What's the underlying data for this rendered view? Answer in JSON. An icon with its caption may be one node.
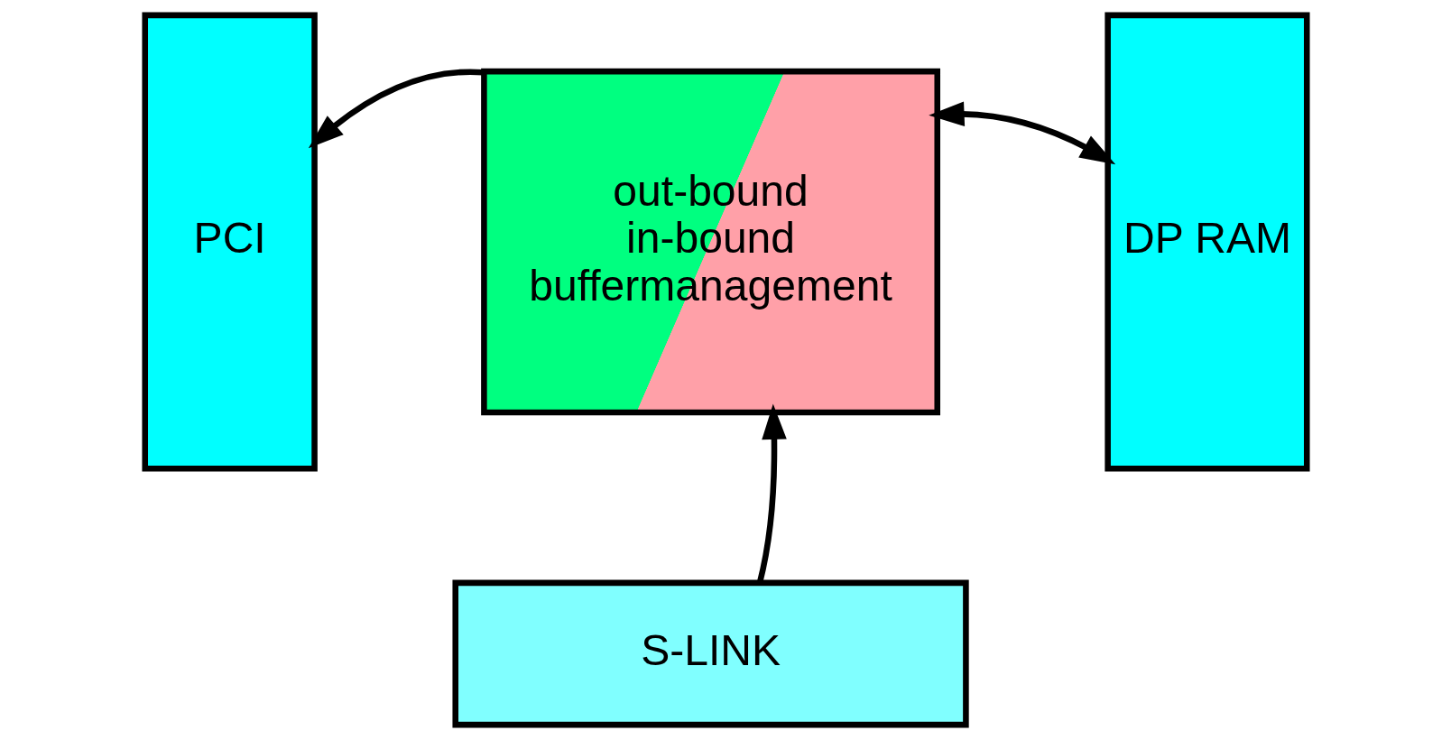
{
  "diagram": {
    "nodes": [
      {
        "text": [
          "PCI"
        ]
      },
      {
        "text": [
          "out-bound",
          "in-bound",
          "buffermanagement"
        ]
      },
      {
        "text": [
          "DP RAM"
        ]
      },
      {
        "text": [
          "S-LINK"
        ]
      }
    ],
    "edges": [
      {
        "from": 1,
        "to": 0,
        "arrow": "to"
      },
      {
        "from": 1,
        "to": 2,
        "arrow": "both"
      },
      {
        "from": 3,
        "to": 1,
        "arrow": "to"
      }
    ]
  }
}
